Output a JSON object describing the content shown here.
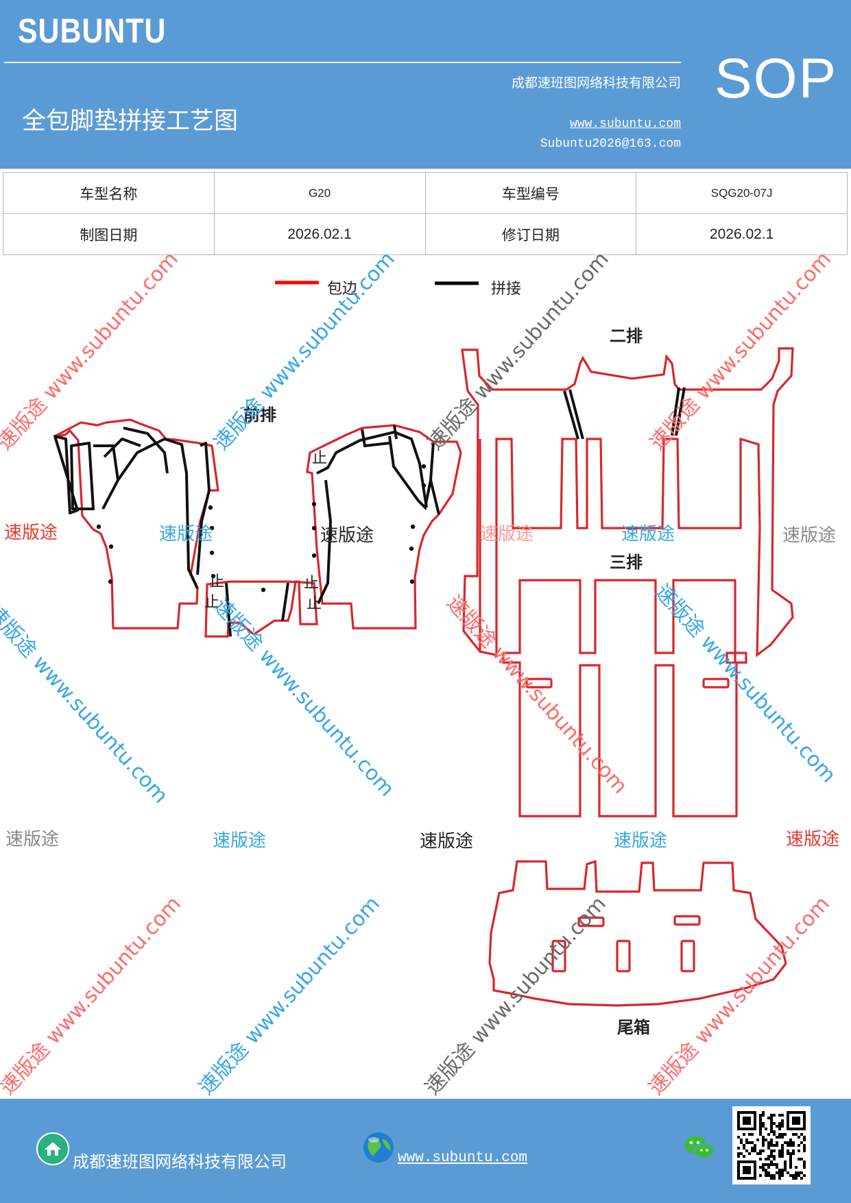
{
  "header": {
    "brand": "SUBUNTU",
    "company": "成都速班图网络科技有限公司",
    "title": "全包脚垫拼接工艺图",
    "website": "www.subuntu.com",
    "email": "Subuntu2026@163.com",
    "sop": "SOP"
  },
  "info_table": {
    "rows": [
      {
        "label1": "车型名称",
        "value1": "G20",
        "label2": "车型编号",
        "value2": "SQG20-07J"
      },
      {
        "label1": "制图日期",
        "value1": "2026.02.1",
        "label2": "修订日期",
        "value2": "2026.02.1"
      }
    ]
  },
  "legend": {
    "items": [
      {
        "label": "包边",
        "color": "#ff0000"
      },
      {
        "label": "拼接",
        "color": "#000000"
      }
    ]
  },
  "sections": {
    "front": "前排",
    "second": "二排",
    "third": "三排",
    "trunk": "尾箱"
  },
  "watermarks": {
    "cn": "速版途",
    "url": "www.subuntu.com",
    "combined": "速版途 www.subuntu.com",
    "stop_mark": "止"
  },
  "footer": {
    "company": "成都速班图网络科技有限公司",
    "website": "www.subuntu.com"
  },
  "colors": {
    "header_bg": "#5b9bd5",
    "piping": "#d9262a",
    "seam": "#111111"
  }
}
